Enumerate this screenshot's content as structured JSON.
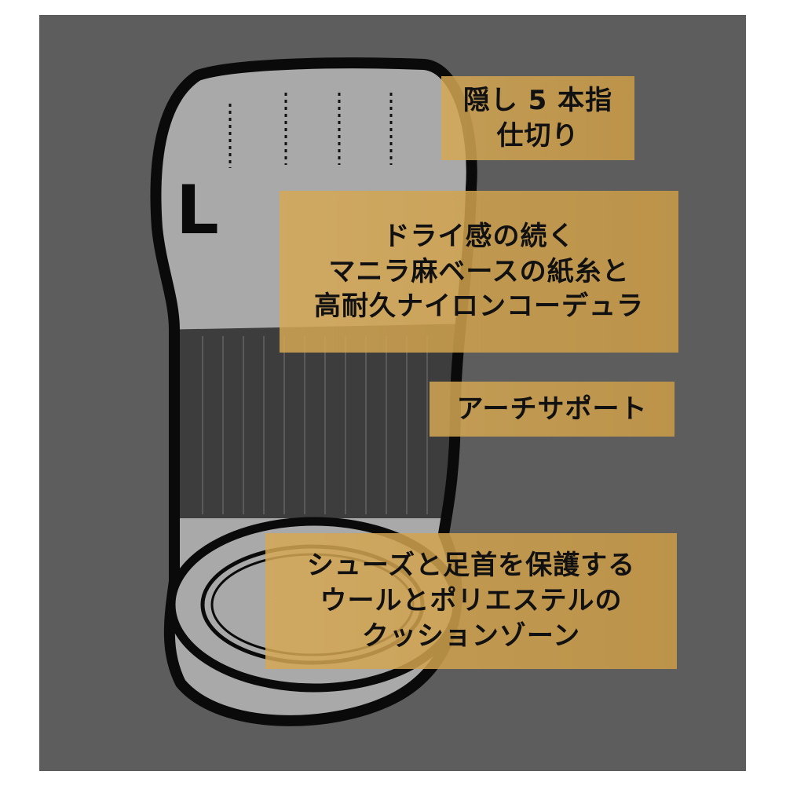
{
  "size_mark": "L",
  "colors": {
    "background": "#5d5d5d",
    "sock_light": "#a9a9a9",
    "sock_dark": "#3d3d3d",
    "outline": "#0a0a0a",
    "label_gold": "#d4a654"
  },
  "labels": {
    "toe": "隠し 5 本指\n仕切り",
    "dry": "ドライ感の続く\nマニラ麻ベースの紙糸と\n高耐久ナイロンコーデュラ",
    "arch": "アーチサポート",
    "cushion": "シューズと足首を保護する\nウールとポリエステルの\nクッションゾーン"
  }
}
